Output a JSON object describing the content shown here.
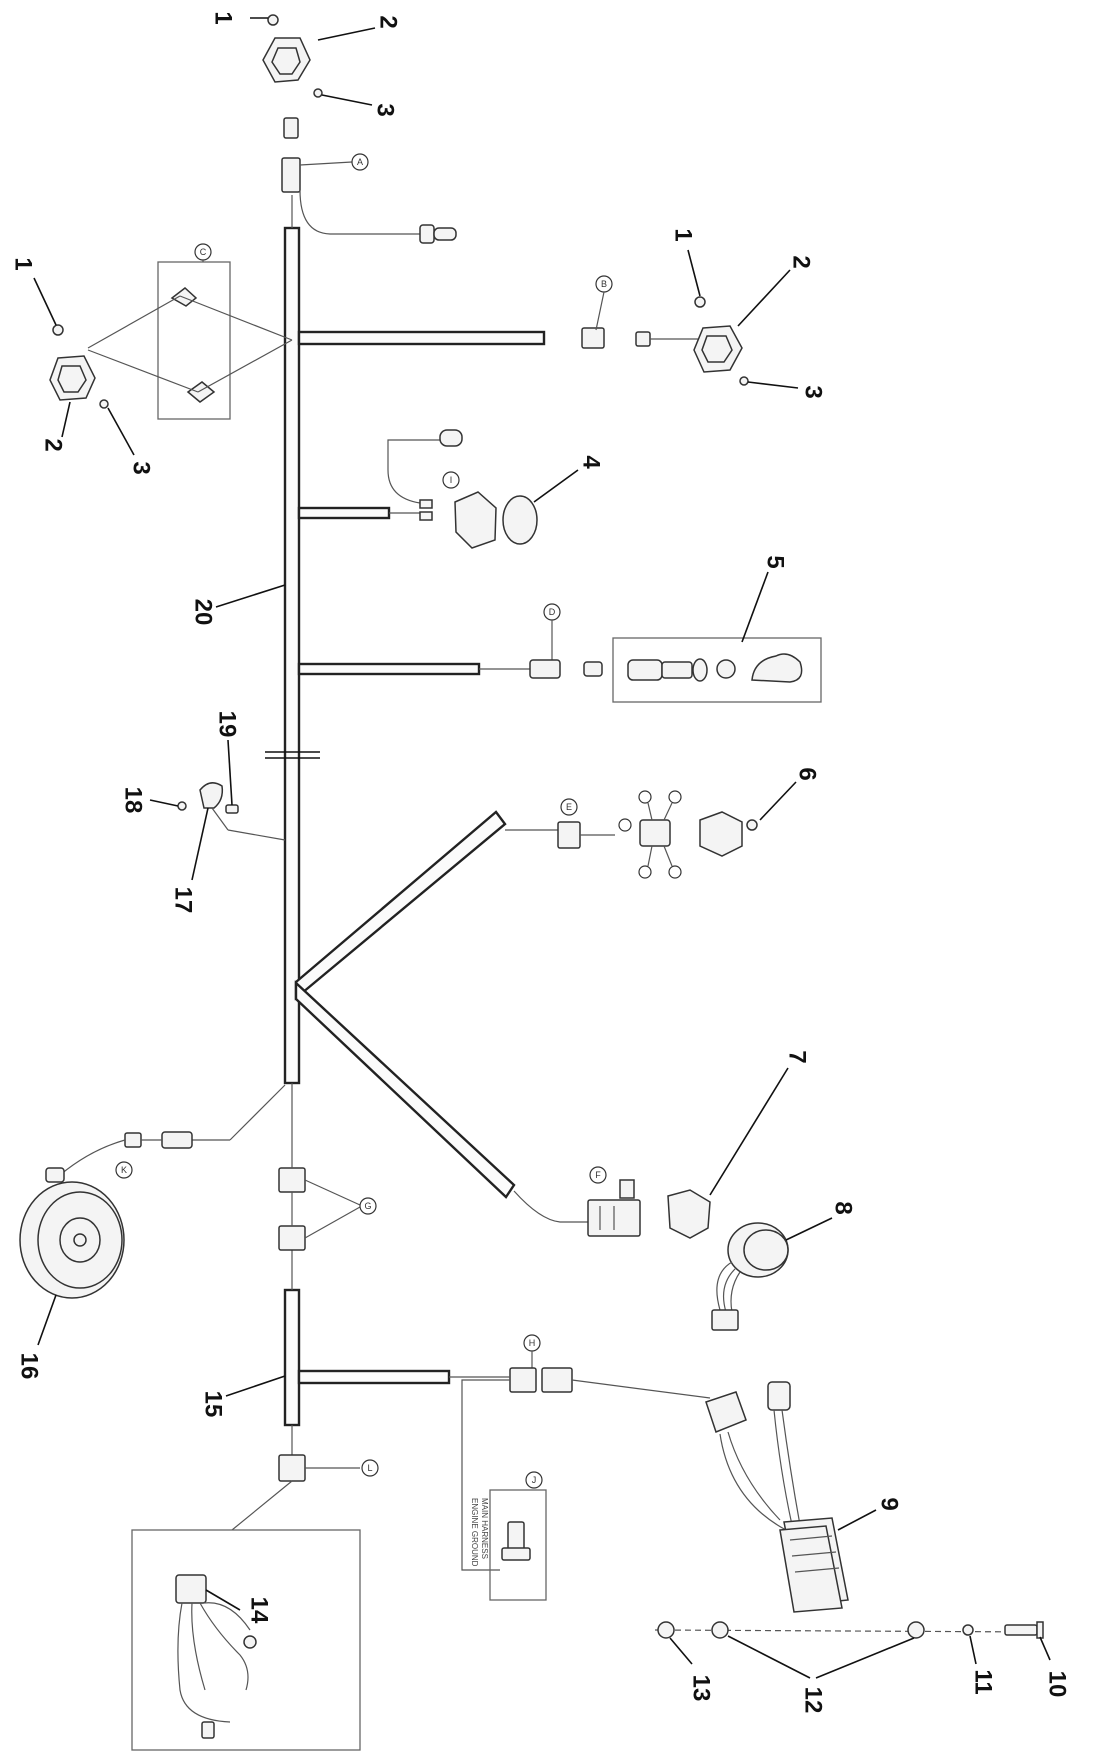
{
  "callouts": {
    "c1a": "1",
    "c2a": "2",
    "c3a": "3",
    "c1b": "1",
    "c2b": "2",
    "c3b": "3",
    "c1c": "1",
    "c2c": "2",
    "c3c": "3",
    "c4": "4",
    "c5": "5",
    "c6": "6",
    "c7": "7",
    "c8": "8",
    "c9": "9",
    "c10": "10",
    "c11": "11",
    "c12": "12",
    "c13": "13",
    "c14": "14",
    "c15": "15",
    "c16": "16",
    "c17": "17",
    "c18": "18",
    "c19": "19",
    "c20": "20"
  },
  "letters": {
    "la": "A",
    "lb": "B",
    "lc": "C",
    "ld": "D",
    "le": "E",
    "lf": "F",
    "lg": "G",
    "lh": "H",
    "li": "I",
    "lj": "J",
    "lk": "K",
    "ll": "L"
  },
  "ground_note": {
    "line1": "MAIN HARNESS",
    "line2": "ENGINE GROUND"
  }
}
